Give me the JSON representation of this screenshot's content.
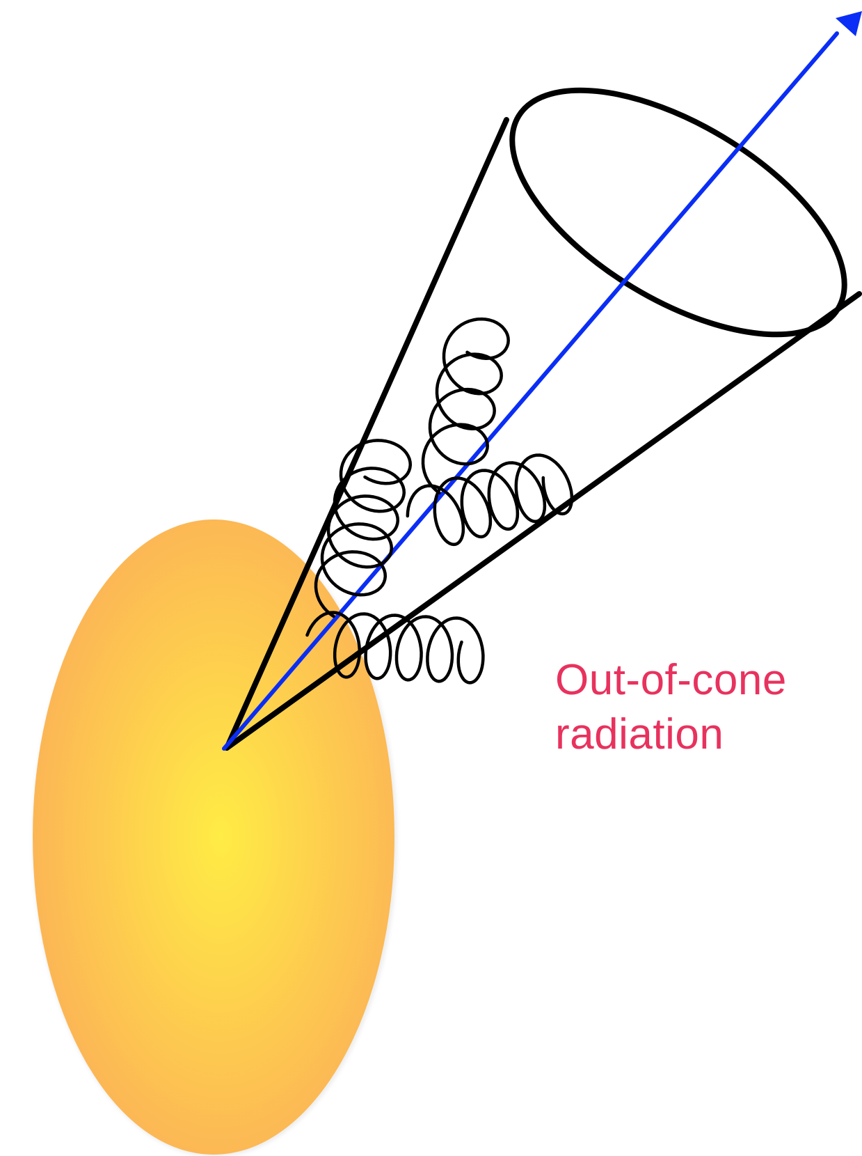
{
  "annotation": {
    "lines": [
      "Out-of-cone",
      "radiation"
    ]
  },
  "colors": {
    "label": "#e8325e",
    "jet_axis": "#0a2ef5",
    "cone_outline": "#000000",
    "medium_center": "#ffec45",
    "medium_edge": "#fcb356"
  },
  "elements": {
    "medium": "hot-medium-ellipse",
    "cone": "jet-cone",
    "axis": "jet-axis-arrow",
    "radiation": [
      "gluon-coil-in-cone",
      "gluon-coil-in-cone",
      "gluon-coil-in-cone",
      "gluon-coil-out-of-cone"
    ]
  }
}
